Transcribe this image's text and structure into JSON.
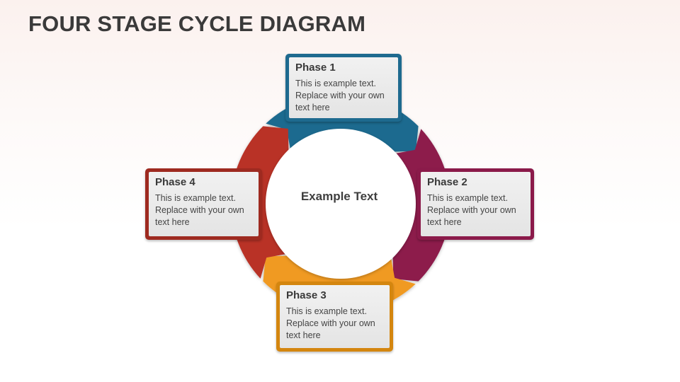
{
  "title": "FOUR STAGE CYCLE DIAGRAM",
  "center_text": "Example Text",
  "colors": {
    "phase1": "#1f6a8f",
    "phase2": "#8d1b4c",
    "phase3": "#f09a24",
    "phase4": "#b93228"
  },
  "phases": [
    {
      "title": "Phase 1",
      "text": "This is example text. Replace with your own text here"
    },
    {
      "title": "Phase 2",
      "text": "This is example text. Replace with your own text here"
    },
    {
      "title": "Phase 3",
      "text": "This is example text. Replace with your own text here"
    },
    {
      "title": "Phase 4",
      "text": "This is example text. Replace with your own text here"
    }
  ]
}
